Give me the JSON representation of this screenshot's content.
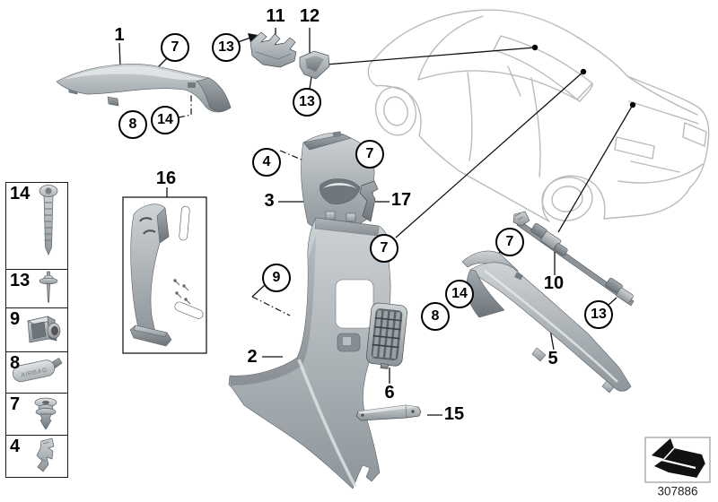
{
  "callouts": {
    "n1": "1",
    "n2": "2",
    "n3": "3",
    "n4": "4",
    "n5": "5",
    "n6": "6",
    "n7": "7",
    "n8": "8",
    "n9": "9",
    "n10": "10",
    "n11": "11",
    "n12": "12",
    "n13": "13",
    "n14": "14",
    "n15": "15",
    "n16": "16",
    "n17": "17"
  },
  "legend": {
    "items": [
      {
        "label": "14",
        "icon": "torx-screw-icon"
      },
      {
        "label": "13",
        "icon": "expansion-rivet-icon"
      },
      {
        "label": "9",
        "icon": "cage-bracket-icon"
      },
      {
        "label": "8",
        "icon": "airbag-emblem-icon",
        "badge_text": "AIRBAG"
      },
      {
        "label": "7",
        "icon": "push-pin-clip-icon"
      },
      {
        "label": "4",
        "icon": "spring-clip-icon"
      }
    ]
  },
  "footer": {
    "diagram_number": "307886"
  },
  "colors": {
    "part_gray": "#aeb4b8",
    "car_outline": "#b6bcc0",
    "line": "#111111"
  }
}
